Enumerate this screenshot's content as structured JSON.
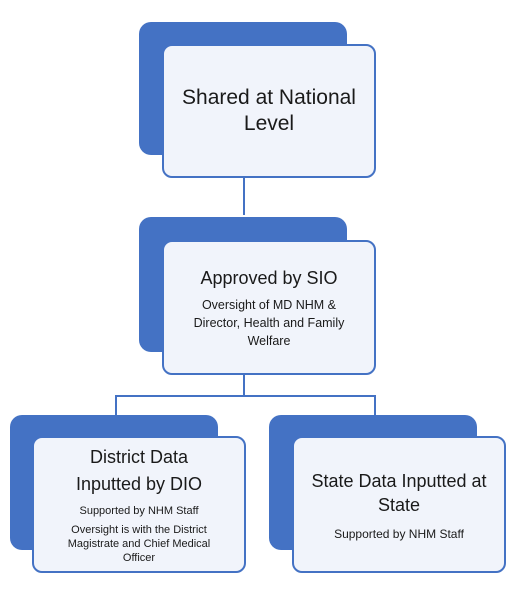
{
  "nodes": {
    "national": {
      "title_line1": "Shared at National",
      "title_line2": "Level"
    },
    "sio": {
      "title": "Approved by SIO",
      "subtitle_line1": "Oversight of MD NHM &",
      "subtitle_line2": "Director, Health and Family",
      "subtitle_line3": "Welfare"
    },
    "district": {
      "title_line1": "District Data",
      "title_line2": "Inputted by DIO",
      "support": "Supported by NHM Staff",
      "oversight_line1": "Oversight is with the District",
      "oversight_line2": "Magistrate and Chief Medical",
      "oversight_line3": "Officer"
    },
    "state": {
      "title_line1": "State Data Inputted at",
      "title_line2": "State",
      "support": "Supported by NHM Staff"
    }
  },
  "colors": {
    "accent": "#4472c4",
    "box_fill": "#f1f4fb",
    "text": "#1a1a1a"
  }
}
